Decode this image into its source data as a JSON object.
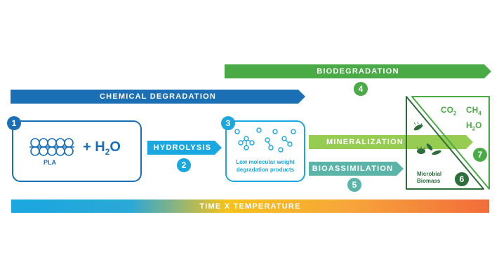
{
  "arrows": {
    "biodegradation": "BIODEGRADATION",
    "chemical_degradation": "CHEMICAL DEGRADATION",
    "hydrolysis": "HYDROLYSIS",
    "mineralization": "MINERALIZATION",
    "bioassimilation": "BIOASSIMILATION",
    "time_temperature": "TIME X TEMPERATURE"
  },
  "steps": [
    "1",
    "2",
    "3",
    "4",
    "5",
    "6",
    "7"
  ],
  "box1": {
    "polymer_label": "PLA",
    "plus": "+ H",
    "subscript": "2",
    "oxygen": "O"
  },
  "box3": {
    "line1": "Low molecular weight",
    "line2": "degradation products"
  },
  "triangle": {
    "co2": "CO",
    "co2_sub": "2",
    "ch4": "CH",
    "ch4_sub": "4",
    "h2o_h": "H",
    "h2o_sub": "2",
    "h2o_o": "O",
    "biomass_line1": "Microbial",
    "biomass_line2": "Biomass"
  },
  "colors": {
    "chemical_blue": "#1b6fb5",
    "light_blue": "#1ba7e0",
    "green": "#4aab46",
    "light_green": "#8cc63f",
    "teal": "#5ab5a8",
    "dark_green": "#2e6e3a",
    "orange": "#f26c3b"
  }
}
